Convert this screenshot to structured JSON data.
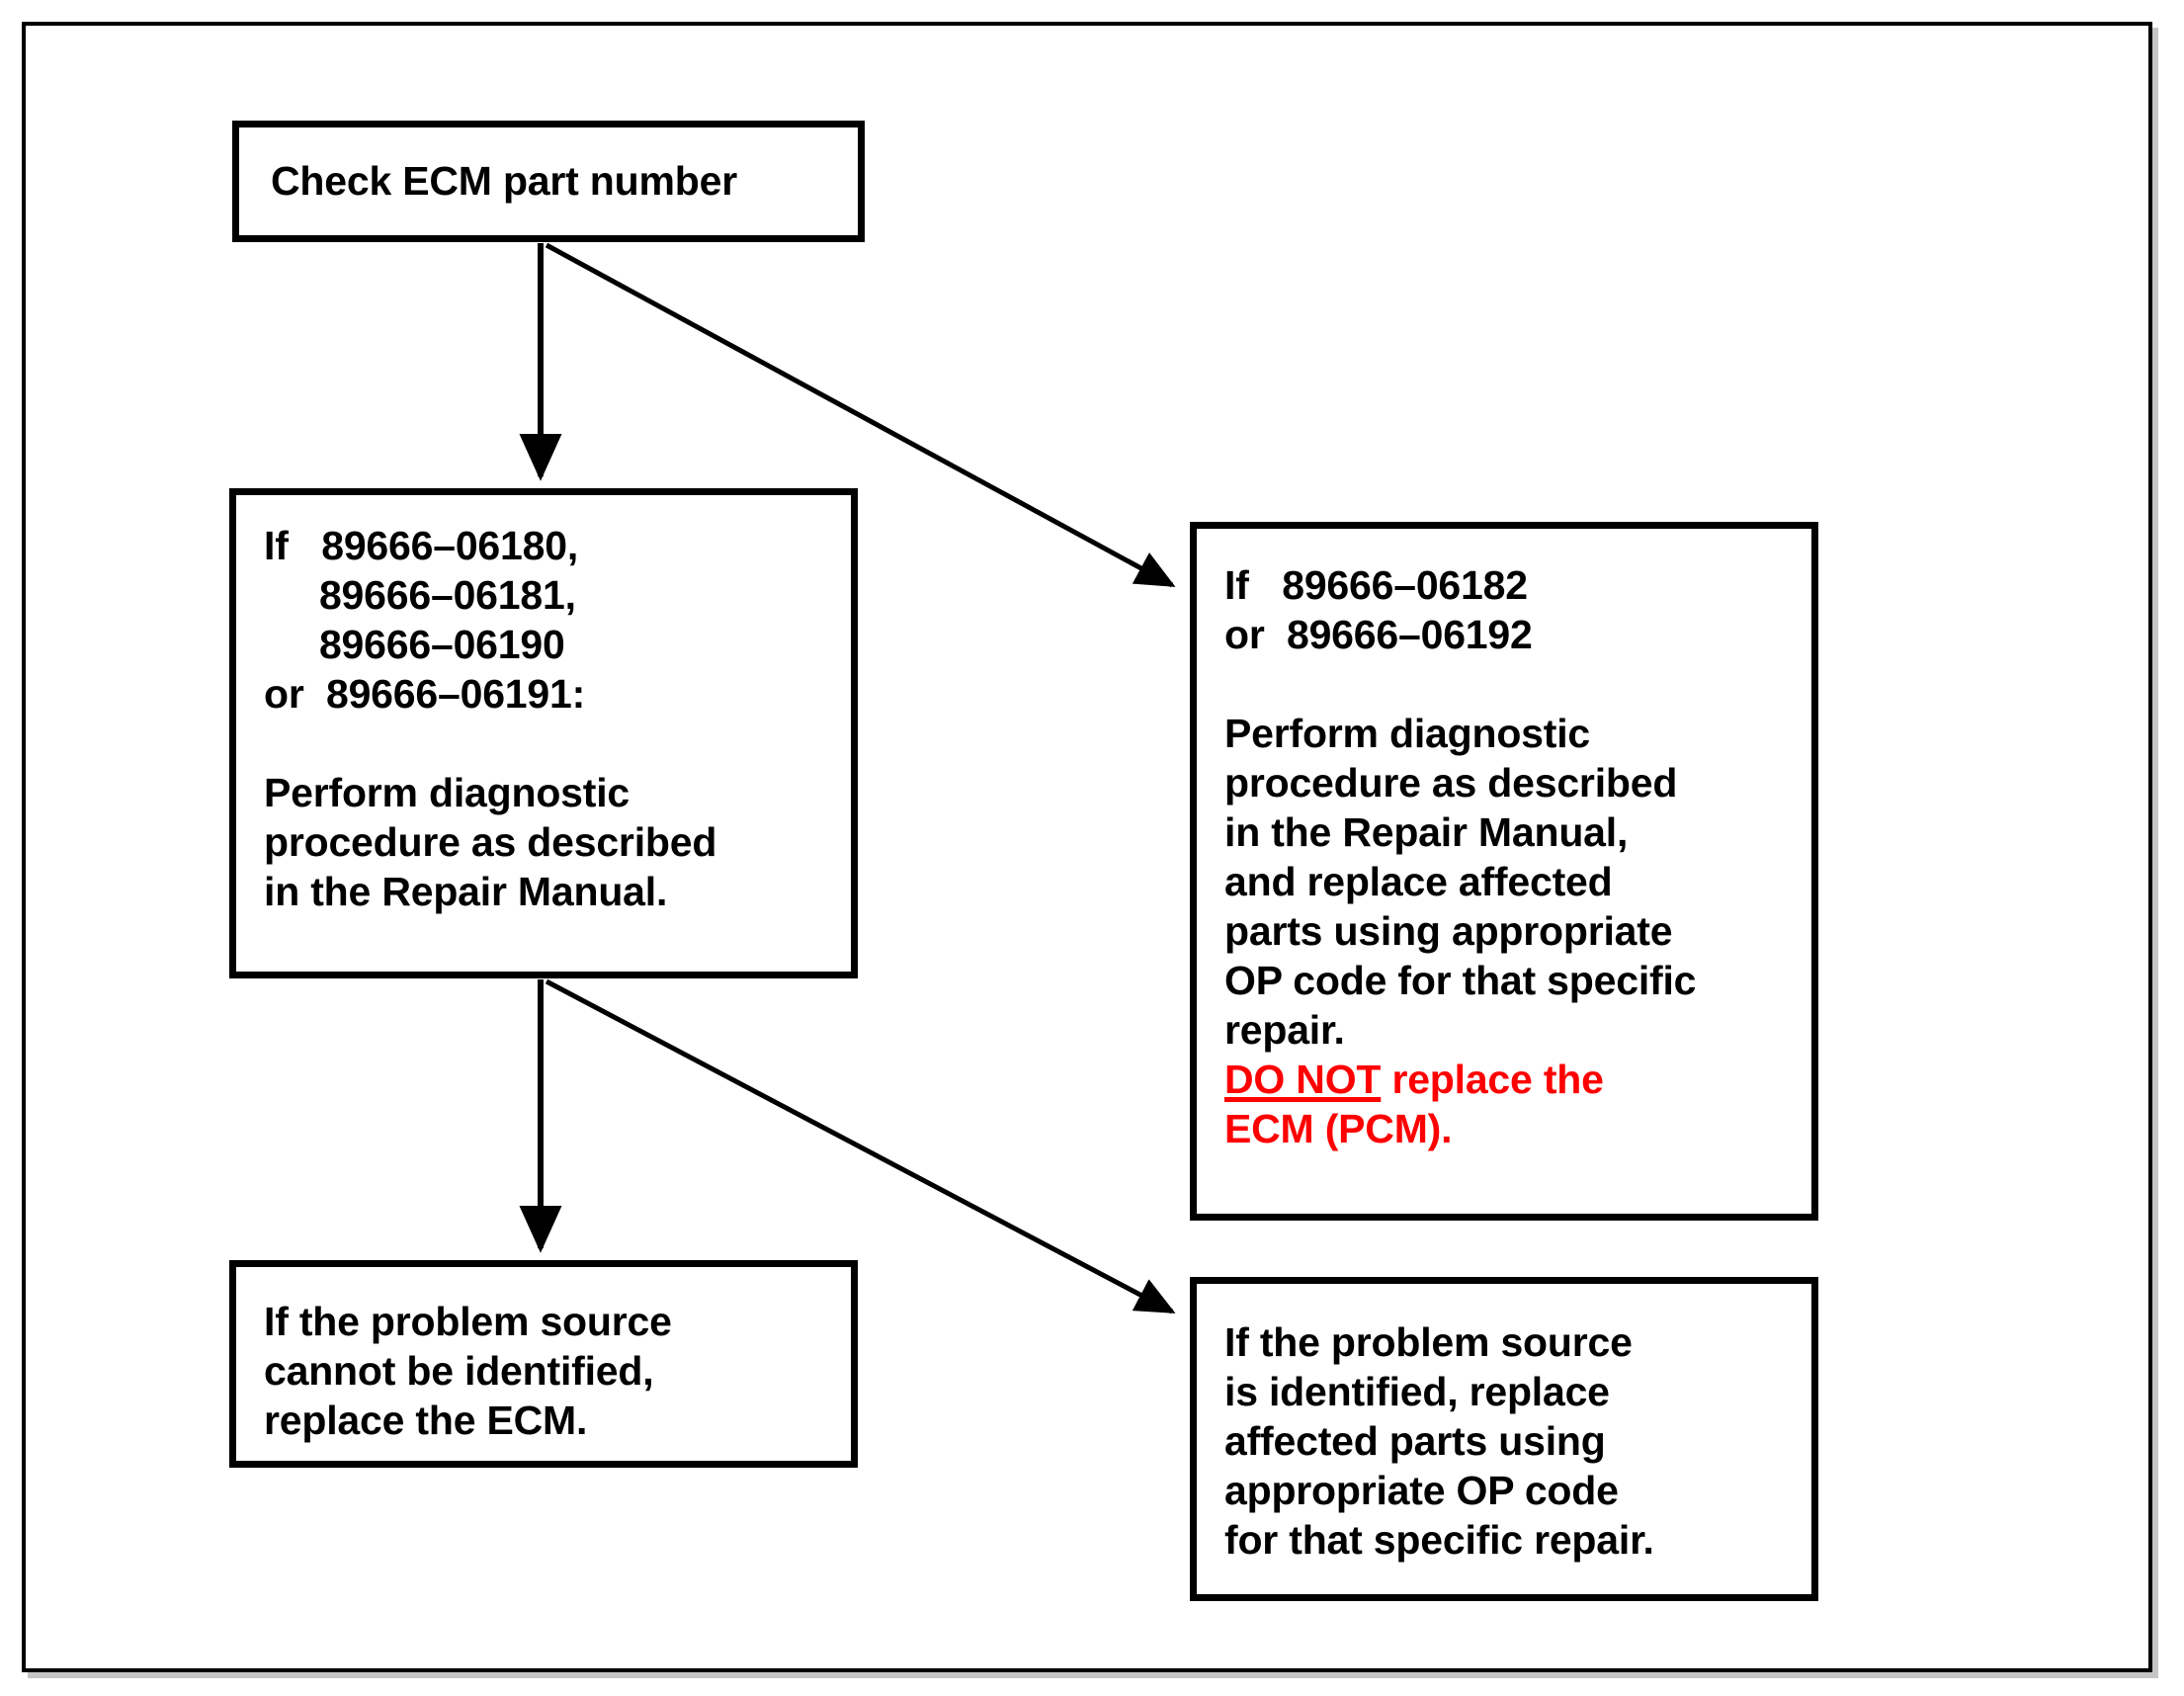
{
  "diagram": {
    "title": "ECM part number diagnostic flowchart",
    "colors": {
      "border": "#000000",
      "background": "#ffffff",
      "warning": "#FF0000",
      "frame_shadow": "#969696"
    },
    "nodes": {
      "check": {
        "label": "Check ECM part number"
      },
      "left_parts": {
        "line1": "If   89666–06180,",
        "line2": "     89666–06181,",
        "line3": "     89666–06190",
        "line4": "or  89666–06191:",
        "line5": "",
        "line6": "Perform diagnostic",
        "line7": "procedure as described",
        "line8": "in the Repair Manual."
      },
      "right_parts": {
        "line1": "If   89666–06182",
        "line2": "or  89666–06192",
        "line3": "",
        "line4": "Perform diagnostic",
        "line5": "procedure as described",
        "line6": "in the Repair Manual,",
        "line7": "and replace affected",
        "line8": "parts using appropriate",
        "line9": "OP code for that specific",
        "line10": "repair.",
        "warning_emphasis": "DO NOT",
        "warning_rest": " replace the",
        "warning_line2": "ECM (PCM)."
      },
      "bottom_left": {
        "line1": "If the problem source",
        "line2": "cannot be identified,",
        "line3": "replace the ECM."
      },
      "bottom_right": {
        "line1": "If the problem source",
        "line2": "is identified, replace",
        "line3": "affected parts using",
        "line4": "appropriate OP code",
        "line5": "for that specific repair."
      }
    },
    "edges": [
      {
        "name": "check-to-left-parts",
        "from": "check",
        "to": "left_parts",
        "kind": "straight-down"
      },
      {
        "name": "check-to-right-parts",
        "from": "check",
        "to": "right_parts",
        "kind": "diagonal-down-right"
      },
      {
        "name": "left-parts-to-bottom-left",
        "from": "left_parts",
        "to": "bottom_left",
        "kind": "straight-down"
      },
      {
        "name": "left-parts-to-bottom-right",
        "from": "left_parts",
        "to": "bottom_right",
        "kind": "diagonal-down-right"
      }
    ]
  }
}
